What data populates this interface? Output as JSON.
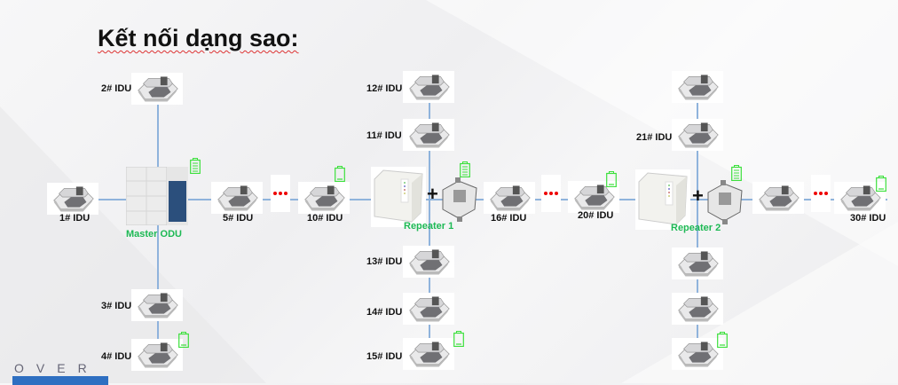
{
  "title": "Kết nối dạng sao:",
  "nodes": {
    "idu1": "1# IDU",
    "idu2": "2# IDU",
    "idu3": "3# IDU",
    "idu4": "4# IDU",
    "idu5": "5# IDU",
    "idu10": "10# IDU",
    "idu11": "11# IDU",
    "idu12": "12# IDU",
    "idu13": "13# IDU",
    "idu14": "14# IDU",
    "idu15": "15# IDU",
    "idu16": "16# IDU",
    "idu20": "20# IDU",
    "idu21": "21# IDU",
    "idu30": "30# IDU"
  },
  "master": "Master ODU",
  "repeater1": "Repeater 1",
  "repeater2": "Repeater 2",
  "plus": "+",
  "logo": "OVER",
  "colors": {
    "line": "#8fb3dc",
    "green": "#1db954",
    "dots": "#ee0000"
  }
}
